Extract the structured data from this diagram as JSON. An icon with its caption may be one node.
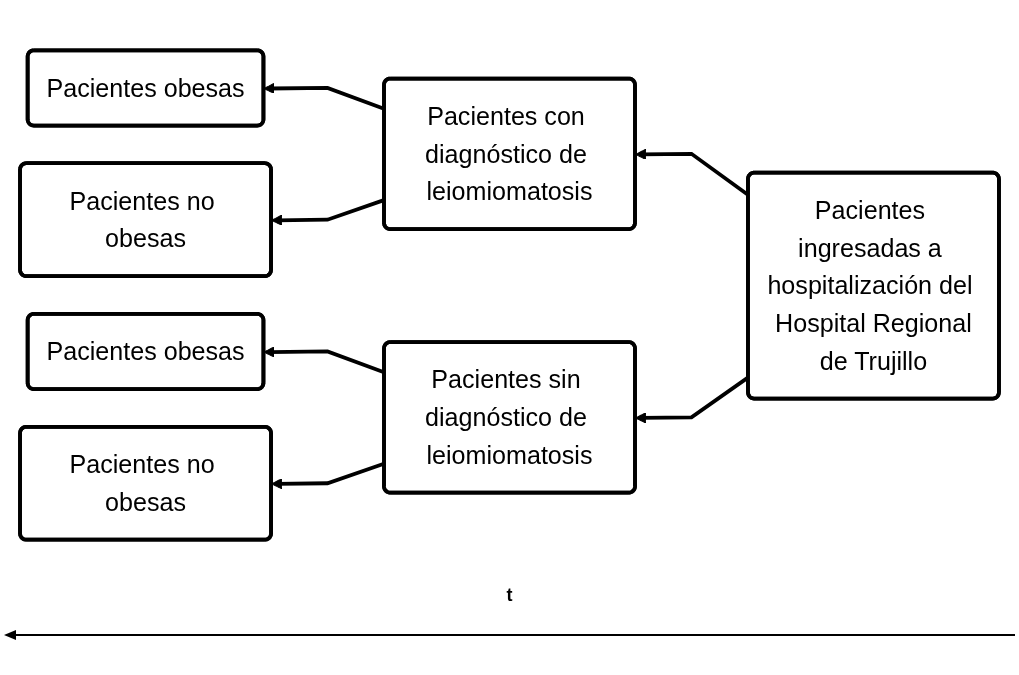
{
  "diagram": {
    "nodes": [
      {
        "text": [
          "Pacientes obesas"
        ]
      },
      {
        "text": [
          "Pacientes no obesas"
        ]
      },
      {
        "text": [
          "Pacientes con diagnóstico de leiomiomatosis"
        ]
      },
      {
        "text": [
          "Pacientes ingresadas a hospitalización del  Hospital Regional de Trujillo"
        ]
      },
      {
        "text": [
          "Pacientes obesas"
        ]
      },
      {
        "text": [
          "Pacientes sin diagnóstico de leiomiomatosis"
        ]
      },
      {
        "text": [
          "Pacientes no obesas"
        ]
      }
    ],
    "edges": [
      {
        "from": 3,
        "to": 2,
        "arrow": "to"
      },
      {
        "from": 3,
        "to": 5,
        "arrow": "to"
      },
      {
        "from": 2,
        "to": 0,
        "arrow": "to"
      },
      {
        "from": 2,
        "to": 1,
        "arrow": "to"
      },
      {
        "from": 5,
        "to": 4,
        "arrow": "to"
      },
      {
        "from": 5,
        "to": 6,
        "arrow": "to"
      }
    ],
    "labels": [
      "t"
    ]
  }
}
